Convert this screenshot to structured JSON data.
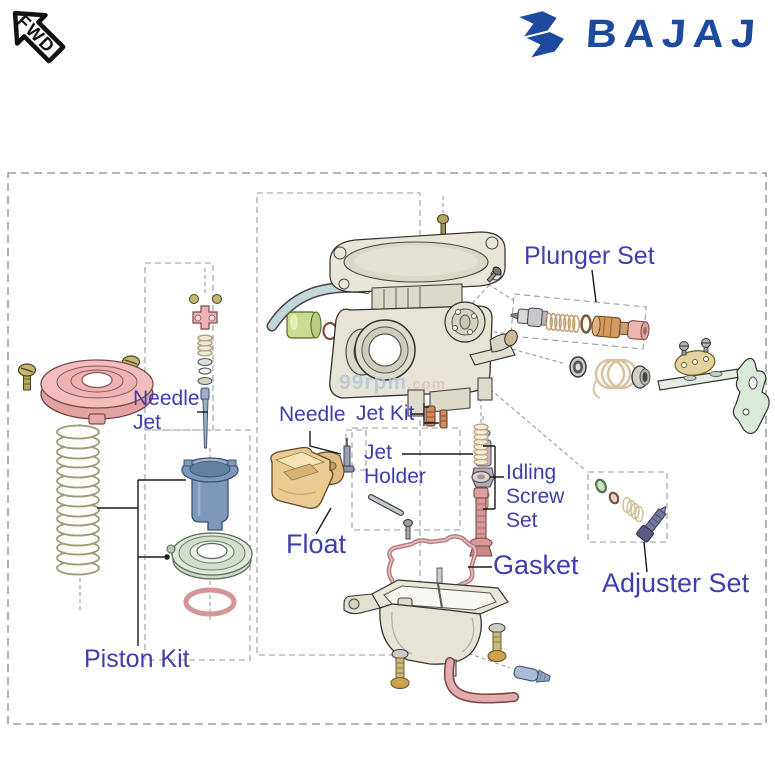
{
  "badge": {
    "text": "FWD"
  },
  "brand": {
    "name": "BAJAJ"
  },
  "watermark": {
    "site": "99rpm",
    "tld": ".com"
  },
  "labels": {
    "needle_jet": "Needle\nJet",
    "piston_kit": "Piston Kit",
    "plunger_set": "Plunger Set",
    "needle": "Needle",
    "jet_kit": "Jet Kit",
    "jet_holder": "Jet\nHolder",
    "float": "Float",
    "idling_screw_set": "Idling\nScrew\nSet",
    "gasket": "Gasket",
    "adjuster_set": "Adjuster Set"
  },
  "colors": {
    "label_blue": "#3e3eae",
    "brand_blue": "#1b4a9e",
    "outline": "#333333",
    "body_beige": "#e9e6d8",
    "part_pink": "#f0b9b9",
    "piston_blue": "#7e98ba",
    "diaphragm_green": "#dfe9da",
    "float_tan": "#eccb92",
    "brass": "#c9a04c"
  }
}
